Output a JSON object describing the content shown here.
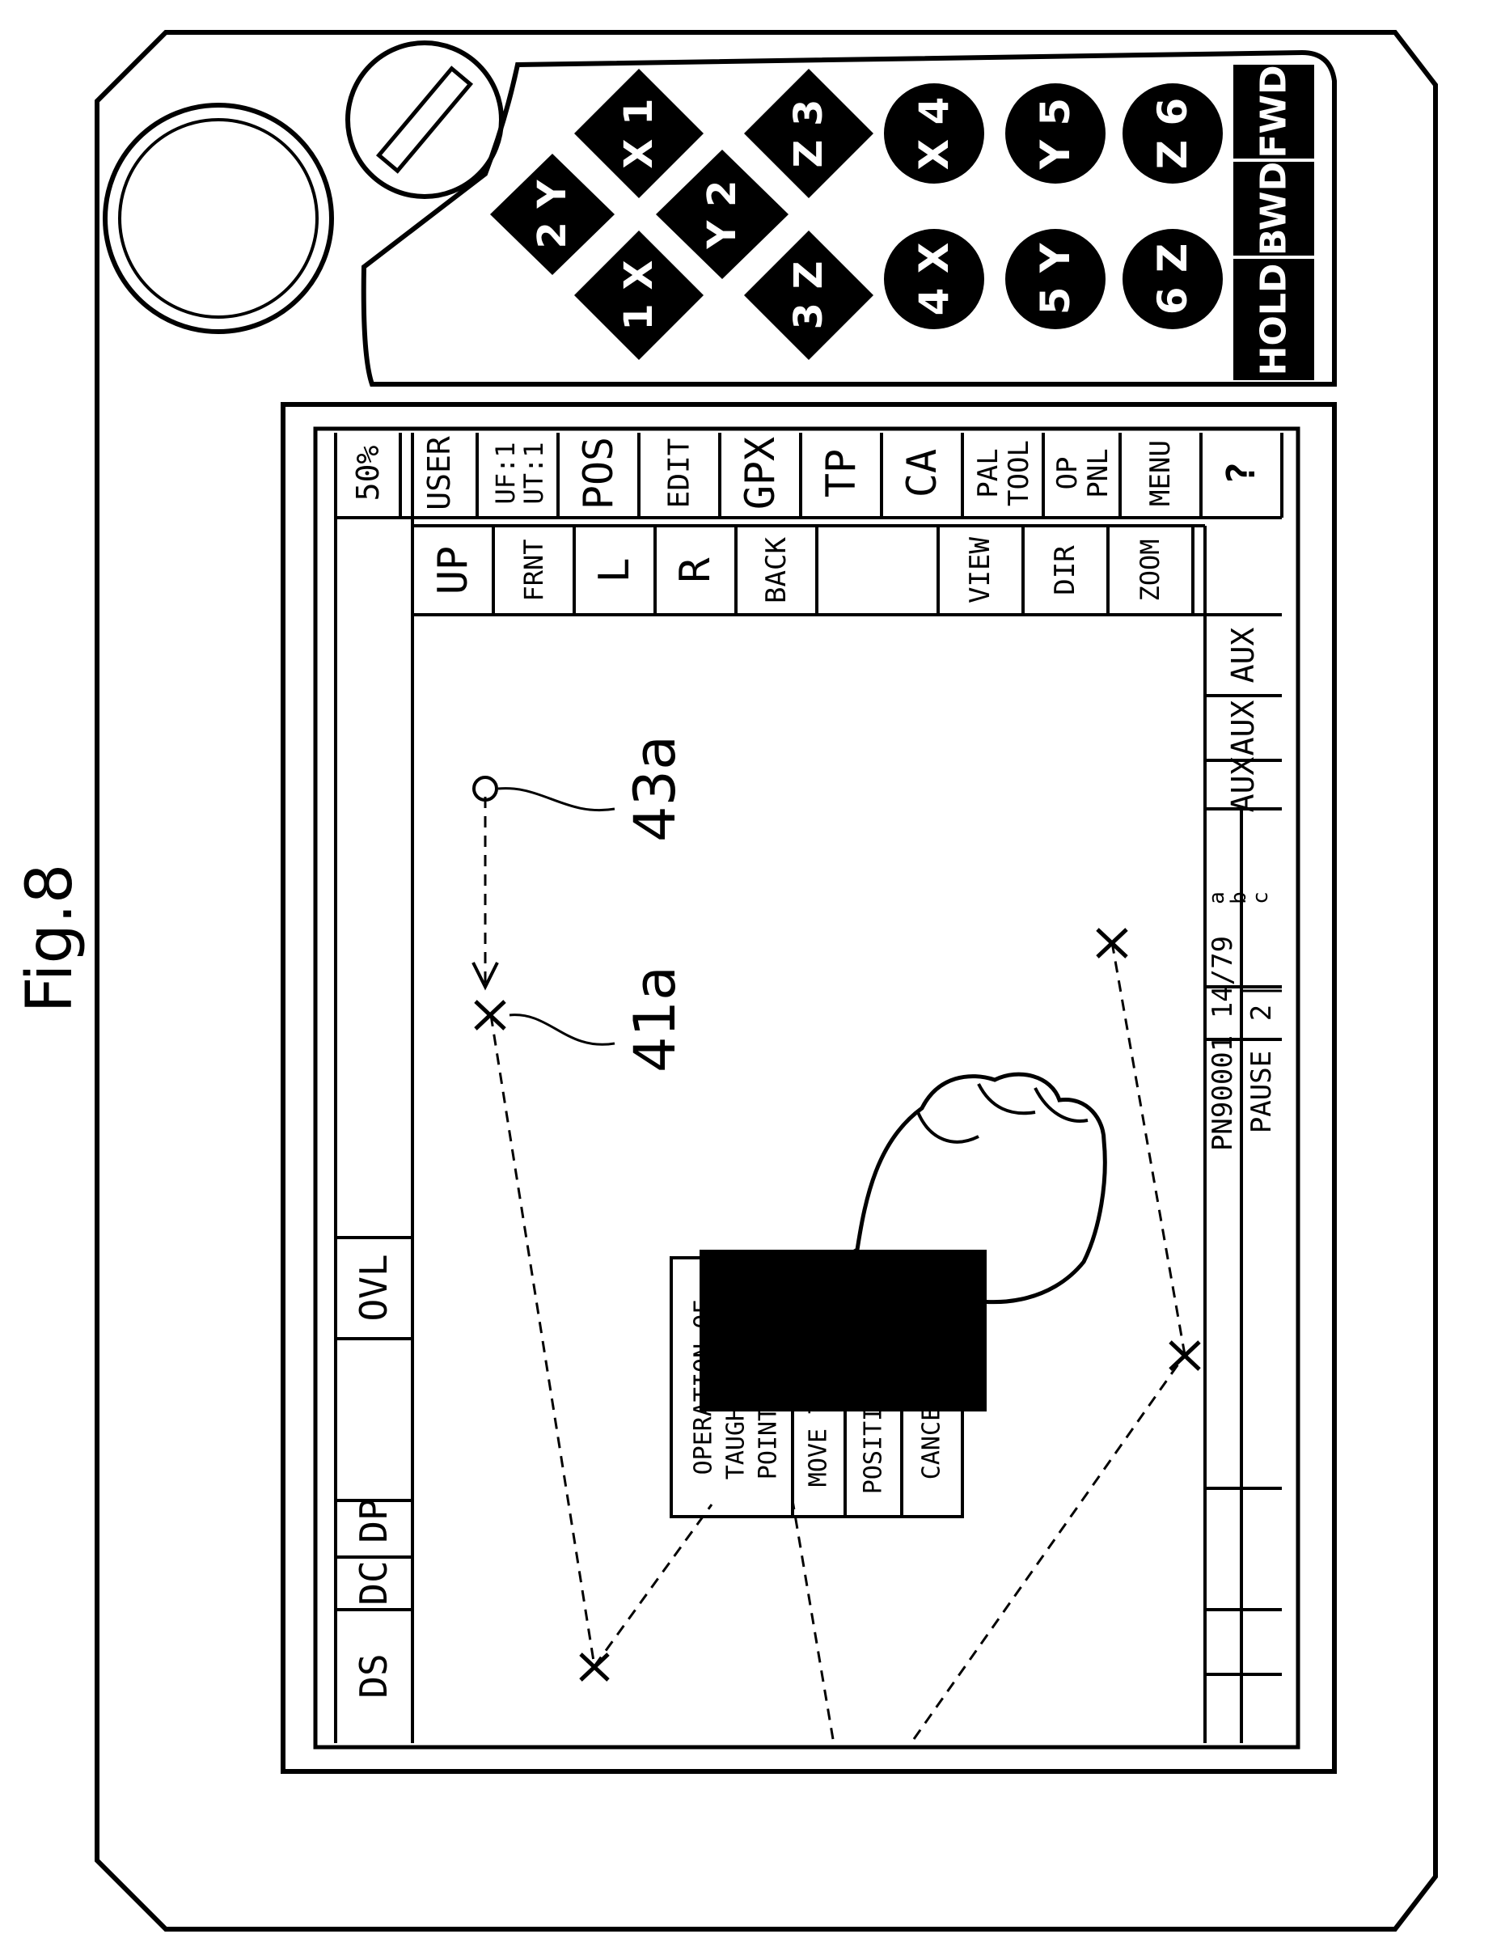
{
  "figure": {
    "caption": "Fig.8"
  },
  "pendant": {
    "jog_keys": {
      "diamonds": [
        "2 Y",
        "X 1",
        "1 X",
        "Y 2",
        "Z 3",
        "3 Z"
      ],
      "circles": [
        "X 4",
        "Y 5",
        "Z 6",
        "4 X",
        "5 Y",
        "6 Z"
      ]
    },
    "bottom_keys": [
      "HOLD",
      "BWD",
      "FWD"
    ]
  },
  "screen": {
    "top_bar": {
      "ds": "DS",
      "dc": "DC",
      "dp": "DP",
      "ovl": "OVL"
    },
    "right_menu": {
      "zoom_pct": "50%",
      "user": "USER",
      "uf": "UF:1",
      "ut": "UT:1",
      "pos": "POS",
      "edit": "EDIT",
      "gpx": "GPX",
      "tp": "TP",
      "ca": "CA",
      "pal": "PAL",
      "tool": "TOOL",
      "op": "OP",
      "pnl": "PNL",
      "menu": "MENU",
      "help": "?"
    },
    "view_buttons": {
      "up": "UP",
      "frnt": "FRNT",
      "l": "L",
      "r": "R",
      "back": "BACK",
      "view": "VIEW",
      "dir": "DIR",
      "zoom": "ZOOM"
    },
    "bottom_bar": {
      "aux": [
        "AUX",
        "AUX",
        "AUX"
      ],
      "program": "PN90001 14/79",
      "status": "PAUSE",
      "status_value": "2",
      "abc": [
        "a",
        "b",
        "c"
      ]
    },
    "popup": {
      "title_lines": [
        "OPERATION OF",
        "TAUGHT",
        "POINTS"
      ],
      "items": [
        "MOVE TO",
        "POSITION",
        "CANCEL"
      ]
    },
    "annotations": {
      "point_41a": "41a",
      "point_43a": "43a"
    }
  }
}
